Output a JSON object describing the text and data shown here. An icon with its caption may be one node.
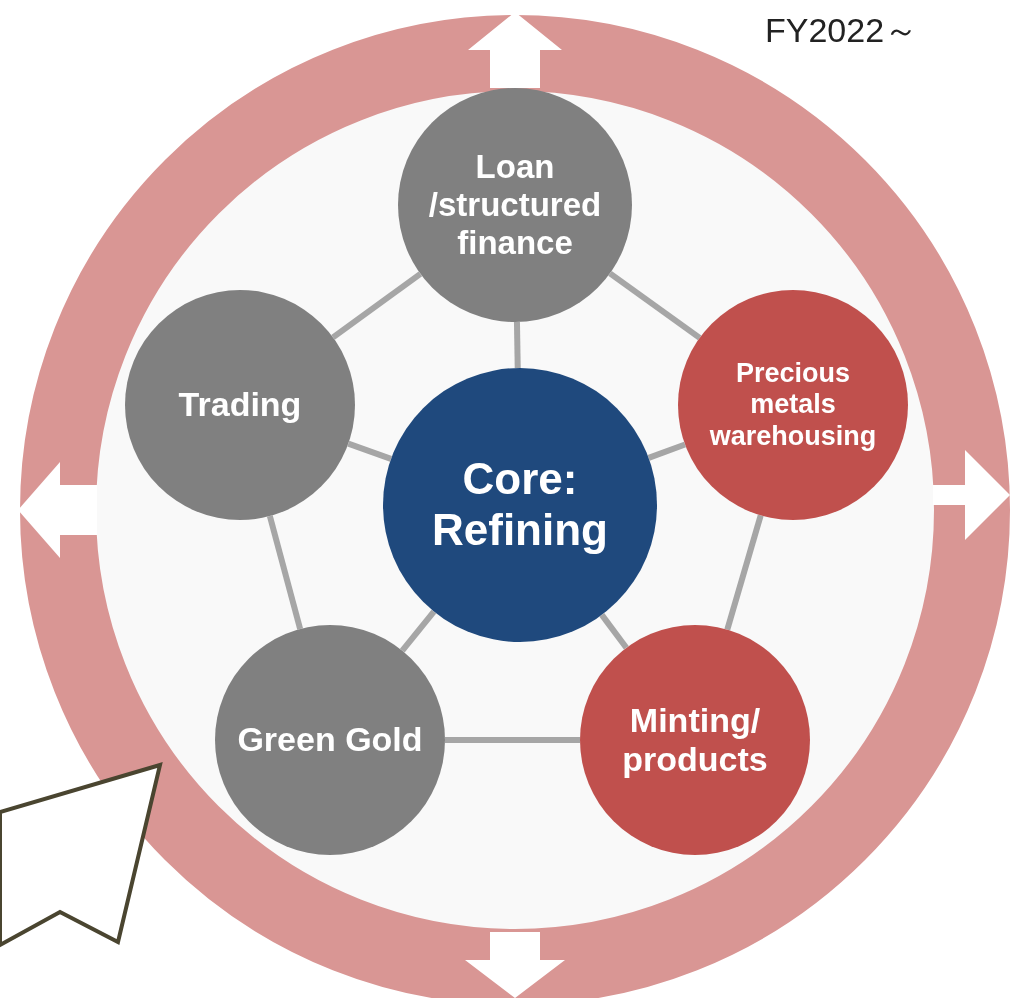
{
  "diagram": {
    "nodes": [
      {
        "text": [
          "Core: Refining"
        ]
      },
      {
        "text": [
          "Loan /structured finance"
        ]
      },
      {
        "text": [
          "Trading"
        ]
      },
      {
        "text": [
          "Precious metals warehousing"
        ]
      },
      {
        "text": [
          "Green Gold"
        ]
      },
      {
        "text": [
          "Minting/ products"
        ]
      }
    ],
    "edges": [
      {
        "from": 0,
        "to": 1,
        "arrow": "none"
      },
      {
        "from": 0,
        "to": 2,
        "arrow": "none"
      },
      {
        "from": 0,
        "to": 3,
        "arrow": "none"
      },
      {
        "from": 0,
        "to": 4,
        "arrow": "none"
      },
      {
        "from": 0,
        "to": 5,
        "arrow": "none"
      },
      {
        "from": 1,
        "to": 3,
        "arrow": "none"
      },
      {
        "from": 3,
        "to": 5,
        "arrow": "none"
      },
      {
        "from": 5,
        "to": 4,
        "arrow": "none"
      },
      {
        "from": 4,
        "to": 2,
        "arrow": "none"
      },
      {
        "from": 2,
        "to": 1,
        "arrow": "none"
      }
    ],
    "labels": [
      "FY2022～"
    ]
  }
}
